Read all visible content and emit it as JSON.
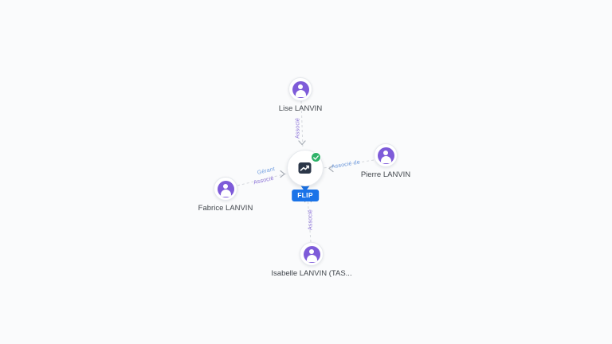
{
  "graph": {
    "company_node": {
      "label": "FLIP",
      "verified": true,
      "icon": "company-chart-icon",
      "check_icon": "check-icon",
      "pin_color": "#1a73e8",
      "label_bg_color": "#1a73e8",
      "check_color": "#2fb269",
      "icon_color": "#2b3648"
    },
    "person_nodes": [
      {
        "id": "lise",
        "label": "Lise LANVIN",
        "icon": "person-icon",
        "avatar_color": "#7e5bd9"
      },
      {
        "id": "pierre",
        "label": "Pierre LANVIN",
        "icon": "person-icon",
        "avatar_color": "#7e5bd9"
      },
      {
        "id": "fabrice",
        "label": "Fabrice LANVIN",
        "icon": "person-icon",
        "avatar_color": "#7e5bd9"
      },
      {
        "id": "isabelle",
        "label": "Isabelle LANVIN (TAS...",
        "icon": "person-icon",
        "avatar_color": "#7e5bd9"
      }
    ],
    "edges": [
      {
        "source": "lise",
        "target": "flip",
        "style": "dashed",
        "labels": [
          {
            "text": "Associé",
            "color": "#8a70d8"
          }
        ]
      },
      {
        "source": "pierre",
        "target": "flip",
        "style": "dashed",
        "labels": [
          {
            "text": "Associé de",
            "color": "#6f9ce0"
          }
        ]
      },
      {
        "source": "fabrice",
        "target": "flip",
        "style": "dashed",
        "labels": [
          {
            "text": "Gérant",
            "color": "#6f9ce0"
          },
          {
            "text": "Associé",
            "color": "#8a70d8"
          }
        ]
      },
      {
        "source": "isabelle",
        "target": "flip",
        "style": "dashed",
        "labels": [
          {
            "text": "Associé",
            "color": "#8a70d8"
          }
        ]
      }
    ]
  },
  "colors": {
    "background": "#fafbfc",
    "edge_line": "#d5d8dd",
    "arrowhead": "#a8aeb6",
    "node_border": "#e7eaee",
    "node_label_text": "#41464c"
  }
}
